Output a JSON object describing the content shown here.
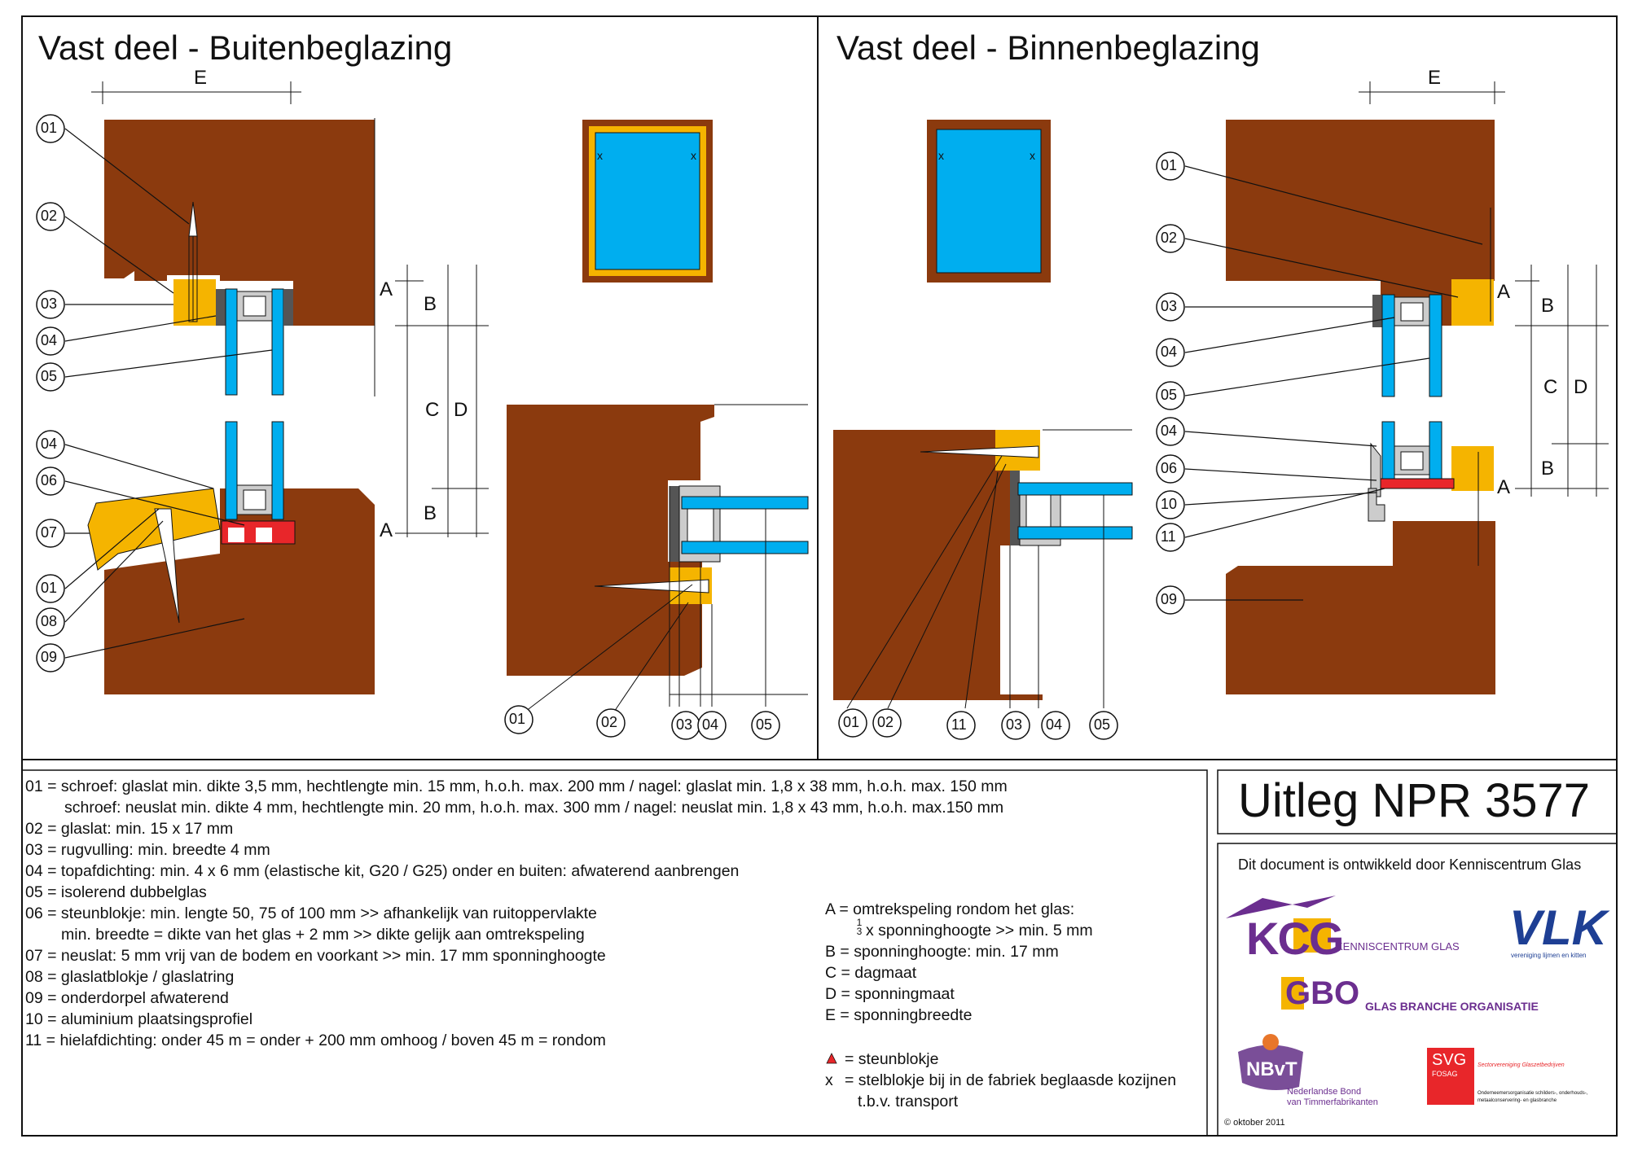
{
  "titles": {
    "outer": "Vast deel - Buitenbeglazing",
    "inner": "Vast deel - Binnenbeglazing",
    "main": "Uitleg NPR 3577"
  },
  "dimension_letters": {
    "A": "A",
    "B": "B",
    "C": "C",
    "D": "D",
    "E": "E"
  },
  "callouts": {
    "n01": "01",
    "n02": "02",
    "n03": "03",
    "n04": "04",
    "n05": "05",
    "n06": "06",
    "n07": "07",
    "n08": "08",
    "n09": "09",
    "n10": "10",
    "n11": "11"
  },
  "legend": {
    "l01a": "01 = schroef: glaslat min. dikte 3,5 mm, hechtlengte min. 15 mm, h.o.h. max. 200 mm / nagel: glaslat min. 1,8 x 38 mm, h.o.h. max. 150 mm",
    "l01b": "schroef: neuslat min. dikte 4 mm, hechtlengte min. 20 mm, h.o.h. max. 300 mm / nagel: neuslat min. 1,8 x 43 mm, h.o.h. max.150 mm",
    "l02": "02 = glaslat: min. 15 x 17 mm",
    "l03": "03 = rugvulling: min. breedte 4 mm",
    "l04": "04 = topafdichting: min. 4 x 6 mm (elastische kit, G20 / G25) onder en buiten: afwaterend aanbrengen",
    "l05": "05 = isolerend dubbelglas",
    "l06a": "06 = steunblokje: min. lengte 50, 75 of 100 mm >> afhankelijk van ruitoppervlakte",
    "l06b": "min. breedte = dikte van het glas + 2 mm >> dikte gelijk aan omtrekspeling",
    "l07": "07 = neuslat: 5 mm vrij van de bodem en voorkant >> min. 17 mm sponninghoogte",
    "l08": "08 = glaslatblokje / glaslatring",
    "l09": "09 = onderdorpel afwaterend",
    "l10": "10 = aluminium plaatsingsprofiel",
    "l11": "11 = hielafdichting: onder 45 m = onder + 200 mm omhoog / boven 45 m = rondom"
  },
  "dims_legend": {
    "A1": "A = omtrekspeling rondom het glas:",
    "A2": "x sponninghoogte >> min. 5 mm",
    "frac_num": "1",
    "frac_den": "3",
    "B": "B = sponninghoogte: min. 17 mm",
    "C": "C = dagmaat",
    "D": "D = sponningmaat",
    "E": "E = sponningbreedte",
    "steun": "= steunblokje",
    "x_mark": "x",
    "stel1": "= stelblokje bij in de fabriek beglaasde kozijnen",
    "stel2": "t.b.v. transport"
  },
  "credits": {
    "developed_by": "Dit document is ontwikkeld door Kenniscentrum Glas",
    "copyright": "© oktober 2011"
  },
  "logos": {
    "kcg": "KCG",
    "kcg_sub": "KENNISCENTRUM GLAS",
    "vlk": "VLK",
    "vlk_sub": "vereniging lijmen en kitten",
    "gbo": "GBO",
    "gbo_sub": "GLAS BRANCHE ORGANISATIE",
    "nbvt": "NBvT",
    "nbvt_sub1": "Nederlandse Bond",
    "nbvt_sub2": "van Timmerfabrikanten",
    "svg": "SVG",
    "svg_fosag": "FOSAG",
    "svg_sub": "Sectorvereniging Glaszetbedrijven",
    "svg_sub2": "Onderneemersorganisatie schilders-, onderhouds-,",
    "svg_sub3": "metaalconservering- en glasbranche"
  },
  "colors": {
    "wood": "#8B3A0E",
    "glass": "#00AEEF",
    "bead": "#F5B400",
    "seal": "#555555",
    "block": "#E8262A",
    "aluminium": "#C8C8C8"
  }
}
